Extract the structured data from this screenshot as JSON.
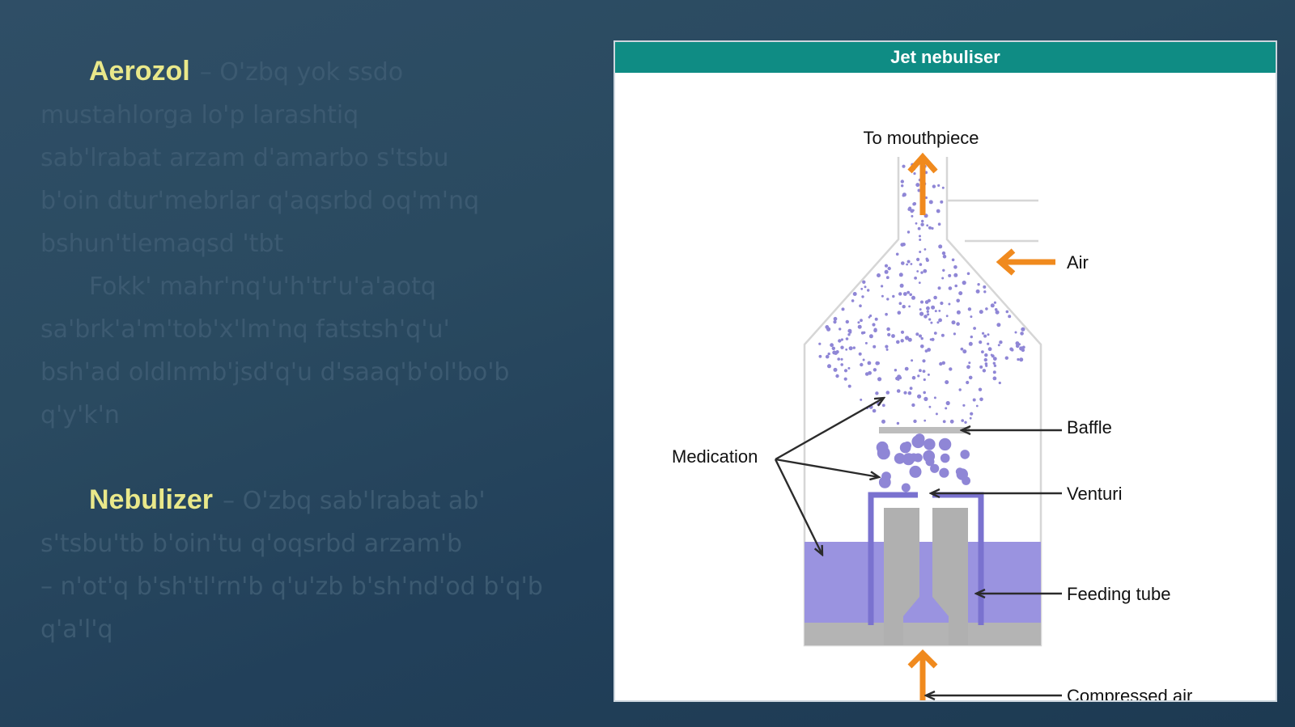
{
  "slide": {
    "aerozol": {
      "keyword": "Aerozol",
      "text": "– O'zbq yok ssdo mustahlorga lo'p larashtiq sab'lrabat arzam d'amarbo s'tsbu b'oin dtur'mebrlar q'aqsrbd oq'm'nq bshun'tlemaqsd 'tbt Fokk' mahr'nq'u'h'tr'u'a'aotq sa'brk'a'm'tob'x'lm'nq fatstsh'q'u' bsh'ad oldlnmb'jsd'q'u d'saaq'b'ol'bo'b q'y'k'n",
      "lines": [
        "– O'zbq yok ssdo",
        "mustahlorga lo'p larashtiq",
        "sab'lrabat arzam d'amarbo s'tsbu",
        "b'oin dtur'mebrlar q'aqsrbd oq'm'nq",
        "bshun'tlemaqsd 'tbt",
        "Fokk' mahr'nq'u'h'tr'u'a'aotq",
        "sa'brk'a'm'tob'x'lm'nq fatstsh'q'u'",
        "bsh'ad oldlnmb'jsd'q'u d'saaq'b'ol'bo'b",
        "q'y'k'n"
      ]
    },
    "nebulizer": {
      "keyword": "Nebulizer",
      "lines": [
        "– O'zbq sab'lrabat ab'",
        "s'tsbu'tb b'oin'tu q'oqsrbd arzam'b",
        "– n'ot'q b'sh'tl'rn'b q'u'zb b'sh'nd'od b'q'b",
        "q'a'l'q"
      ]
    }
  },
  "figure": {
    "title": "Jet nebuliser",
    "labels": {
      "to_mouthpiece": "To mouthpiece",
      "air": "Air",
      "medication": "Medication",
      "baffle": "Baffle",
      "venturi": "Venturi",
      "feeding_tube": "Feeding tube",
      "compressed_air": "Compressed air"
    },
    "colors": {
      "header": "#0f8c84",
      "arrow": "#f08a1e",
      "liquid": "#9a93e0",
      "droplet": "#8f86d6",
      "tube": "#b0b0b0"
    }
  }
}
